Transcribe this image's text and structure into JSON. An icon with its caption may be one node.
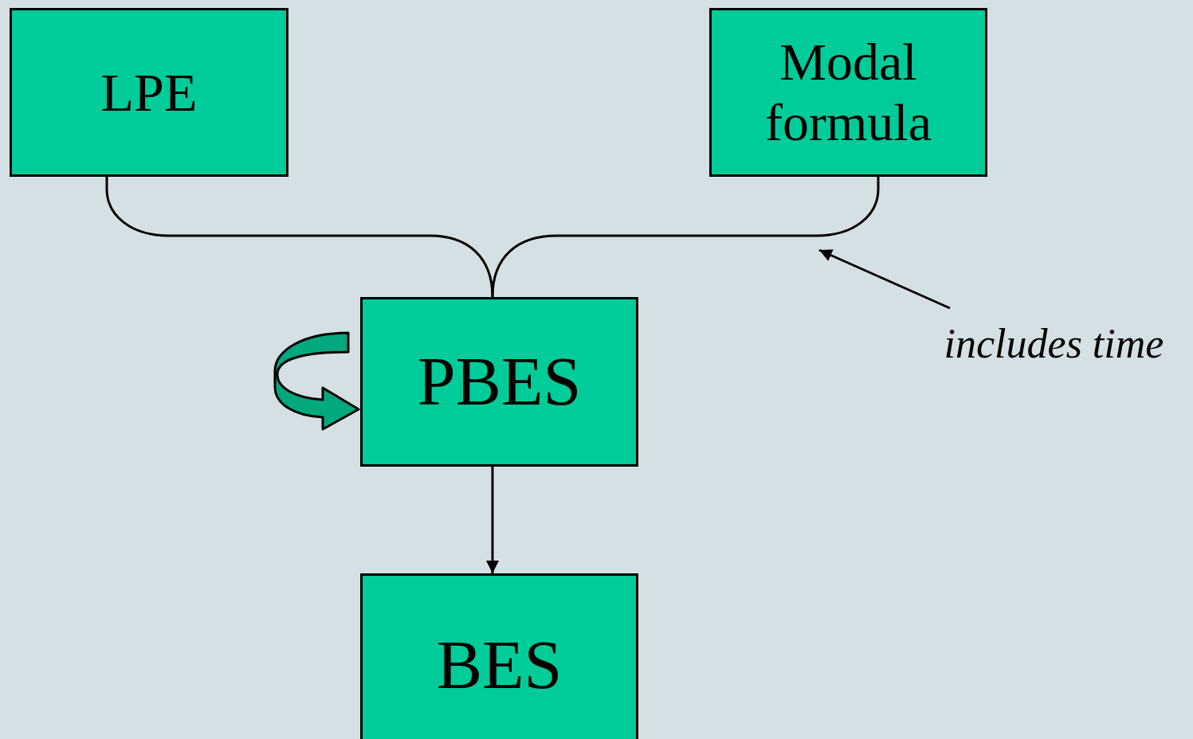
{
  "diagram": {
    "nodes": [
      {
        "text": [
          "LPE"
        ]
      },
      {
        "text": [
          "Modal formula"
        ]
      },
      {
        "text": [
          "PBES"
        ]
      },
      {
        "text": [
          "BES"
        ]
      },
      {
        "text": [
          "includes time"
        ]
      }
    ],
    "edges": [
      {
        "from": 0,
        "to": 2,
        "arrow": "none"
      },
      {
        "from": 1,
        "to": 2,
        "arrow": "none"
      },
      {
        "from": 2,
        "to": 2,
        "arrow": "to"
      },
      {
        "from": 2,
        "to": 3,
        "arrow": "to"
      },
      {
        "from": 4,
        "to": null,
        "arrow": "to"
      }
    ]
  }
}
